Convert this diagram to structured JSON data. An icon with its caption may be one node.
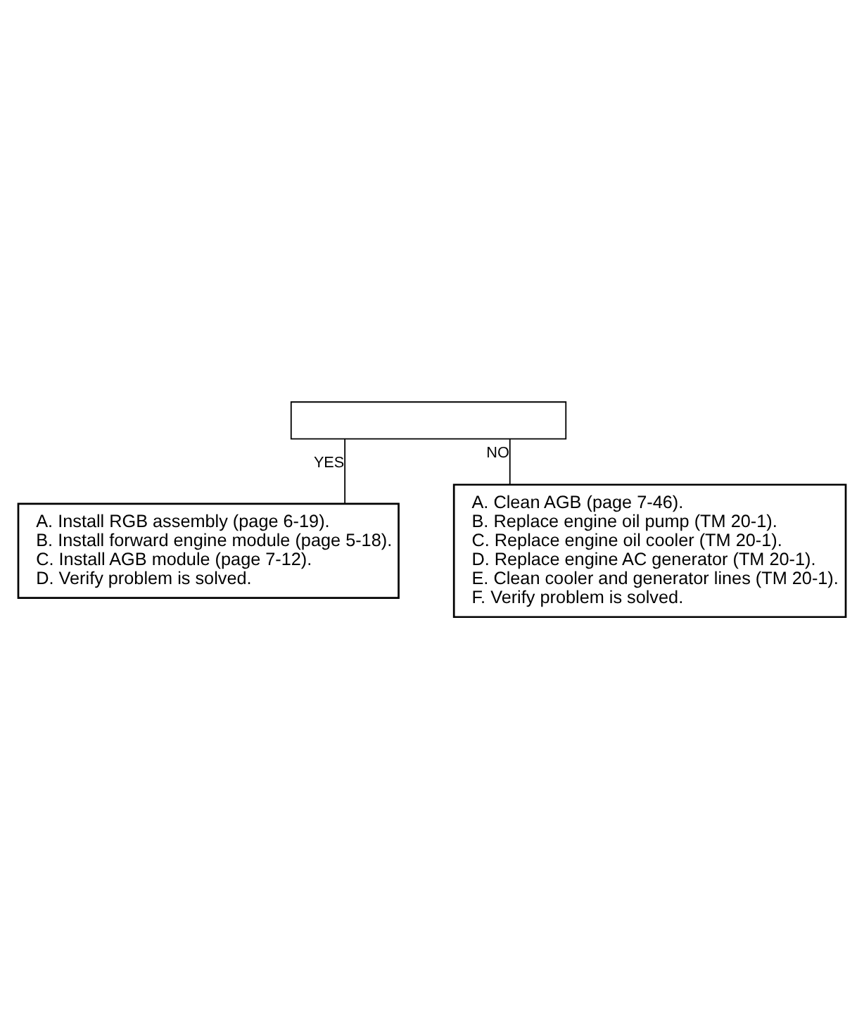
{
  "diagram": {
    "nodes": [
      {
        "text": [],
        "shape": "box"
      },
      {
        "text": [
          "A. Clean AGB (page 7-46).",
          "B. Replace engine oil pump (TM 20-1).",
          "C. Replace engine oil cooler (TM 20-1).",
          "D. Replace engine AC generator (TM 20-1).",
          "E. Clean cooler and generator lines (TM 20-1).",
          "F. Verify problem is solved."
        ]
      },
      {
        "text": [
          "A. Install RGB assembly (page 6-19).",
          "B. Install forward engine module (page 5-18).",
          "C. Install AGB module (page 7-12).",
          "D. Verify problem is solved."
        ]
      }
    ],
    "edges": [
      {
        "from": 0,
        "to": 2,
        "label": "YES",
        "arrow": "none"
      },
      {
        "from": 0,
        "to": 1,
        "label": "NO",
        "arrow": "none"
      }
    ]
  }
}
